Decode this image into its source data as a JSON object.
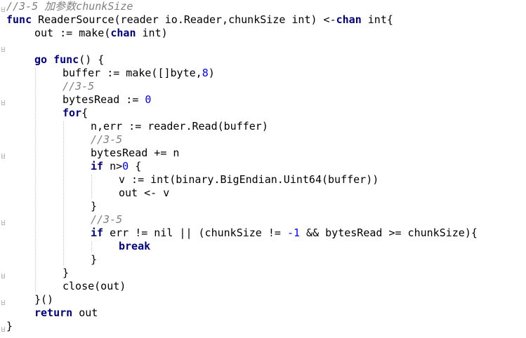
{
  "editor": {
    "lines": [
      {
        "indent": 0,
        "tokens": [
          {
            "t": "//3-5 加参数chunkSize",
            "s": "cmt"
          }
        ]
      },
      {
        "indent": 0,
        "tokens": [
          {
            "t": "func",
            "s": "kw"
          },
          {
            "t": " ReaderSource(reader io.Reader,chunkSize int) <-",
            "s": ""
          },
          {
            "t": "chan",
            "s": "kw"
          },
          {
            "t": " int{",
            "s": ""
          }
        ]
      },
      {
        "indent": 1,
        "tokens": [
          {
            "t": "out := make(",
            "s": ""
          },
          {
            "t": "chan",
            "s": "kw"
          },
          {
            "t": " int)",
            "s": ""
          }
        ]
      },
      {
        "indent": 0,
        "tokens": []
      },
      {
        "indent": 1,
        "tokens": [
          {
            "t": "go",
            "s": "kw"
          },
          {
            "t": " ",
            "s": ""
          },
          {
            "t": "func",
            "s": "kw"
          },
          {
            "t": "() {",
            "s": ""
          }
        ]
      },
      {
        "indent": 2,
        "tokens": [
          {
            "t": "buffer := make([]byte,",
            "s": ""
          },
          {
            "t": "8",
            "s": "num"
          },
          {
            "t": ")",
            "s": ""
          }
        ]
      },
      {
        "indent": 2,
        "tokens": [
          {
            "t": "//3-5",
            "s": "cmt"
          }
        ]
      },
      {
        "indent": 2,
        "tokens": [
          {
            "t": "bytesRead := ",
            "s": ""
          },
          {
            "t": "0",
            "s": "num"
          }
        ]
      },
      {
        "indent": 2,
        "tokens": [
          {
            "t": "for",
            "s": "kw"
          },
          {
            "t": "{",
            "s": ""
          }
        ]
      },
      {
        "indent": 3,
        "tokens": [
          {
            "t": "n,err := reader.Read(buffer)",
            "s": ""
          }
        ]
      },
      {
        "indent": 3,
        "tokens": [
          {
            "t": "//3-5",
            "s": "cmt"
          }
        ]
      },
      {
        "indent": 3,
        "tokens": [
          {
            "t": "bytesRead += n",
            "s": ""
          }
        ]
      },
      {
        "indent": 3,
        "tokens": [
          {
            "t": "if",
            "s": "kw"
          },
          {
            "t": " n>",
            "s": ""
          },
          {
            "t": "0",
            "s": "num"
          },
          {
            "t": " {",
            "s": ""
          }
        ]
      },
      {
        "indent": 4,
        "tokens": [
          {
            "t": "v := int(binary.BigEndian.Uint64(buffer))",
            "s": ""
          }
        ]
      },
      {
        "indent": 4,
        "tokens": [
          {
            "t": "out <- v",
            "s": ""
          }
        ]
      },
      {
        "indent": 3,
        "tokens": [
          {
            "t": "}",
            "s": ""
          }
        ]
      },
      {
        "indent": 3,
        "tokens": [
          {
            "t": "//3-5",
            "s": "cmt"
          }
        ]
      },
      {
        "indent": 3,
        "tokens": [
          {
            "t": "if",
            "s": "kw"
          },
          {
            "t": " err != nil || (chunkSize != ",
            "s": ""
          },
          {
            "t": "-1",
            "s": "num"
          },
          {
            "t": " && bytesRead >= chunkSize){",
            "s": ""
          }
        ]
      },
      {
        "indent": 4,
        "tokens": [
          {
            "t": "break",
            "s": "kw"
          }
        ]
      },
      {
        "indent": 3,
        "tokens": [
          {
            "t": "}",
            "s": ""
          }
        ]
      },
      {
        "indent": 2,
        "tokens": [
          {
            "t": "}",
            "s": ""
          }
        ]
      },
      {
        "indent": 2,
        "tokens": [
          {
            "t": "close(out)",
            "s": ""
          }
        ]
      },
      {
        "indent": 1,
        "tokens": [
          {
            "t": "}()",
            "s": ""
          }
        ]
      },
      {
        "indent": 1,
        "tokens": [
          {
            "t": "return",
            "s": "kw"
          },
          {
            "t": " out",
            "s": ""
          }
        ]
      },
      {
        "indent": 0,
        "tokens": [
          {
            "t": "}",
            "s": ""
          }
        ]
      }
    ],
    "fold_marker_lines": [
      1,
      4,
      8,
      12,
      17,
      21,
      23,
      25
    ],
    "colors": {
      "background": "#ffffff",
      "text": "#000000",
      "keyword": "#000080",
      "number": "#0000ff",
      "comment": "#808080",
      "indent_guide": "#c8c8c8"
    }
  }
}
